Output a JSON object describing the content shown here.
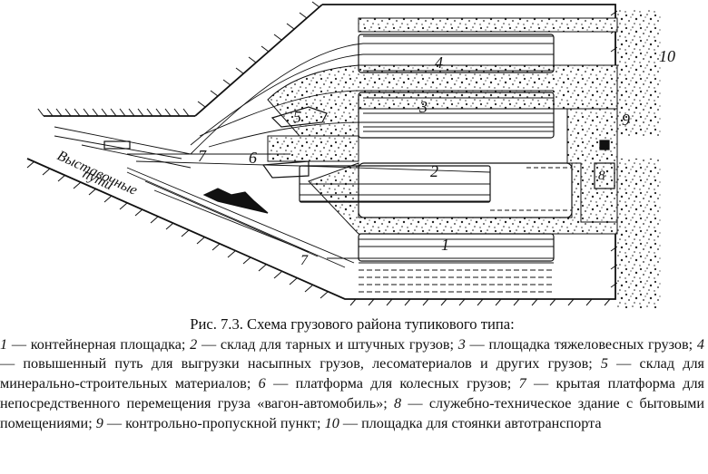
{
  "diagram": {
    "track_labels": [
      "1",
      "2",
      "3",
      "4",
      "5",
      "6",
      "7",
      "8",
      "9",
      "10"
    ],
    "exhibition_line1": "Выставочные",
    "exhibition_line2": "пути"
  },
  "caption": {
    "title": "Рис. 7.3. Схема грузового района тупикового типа:",
    "items": [
      {
        "num": "1",
        "text": " — контейнерная площадка; "
      },
      {
        "num": "2",
        "text": " — склад для тарных и штучных грузов; "
      },
      {
        "num": "3",
        "text": " — площадка тяжеловесных грузов; "
      },
      {
        "num": "4",
        "text": " — повышенный путь для выгрузки насыпных грузов, лесоматериалов и других грузов; "
      },
      {
        "num": "5",
        "text": " — склад для минерально-строительных материалов; "
      },
      {
        "num": "6",
        "text": " — платформа для колесных грузов; "
      },
      {
        "num": "7",
        "text": " — крытая платформа для непосредственного перемещения груза «вагон-автомобиль»; "
      },
      {
        "num": "8",
        "text": " — служебно-техническое здание с бытовыми помещениями; "
      },
      {
        "num": "9",
        "text": " — контрольно-пропускной пункт; "
      },
      {
        "num": "10",
        "text": " — площадка для стоянки автотранспорта"
      }
    ]
  }
}
